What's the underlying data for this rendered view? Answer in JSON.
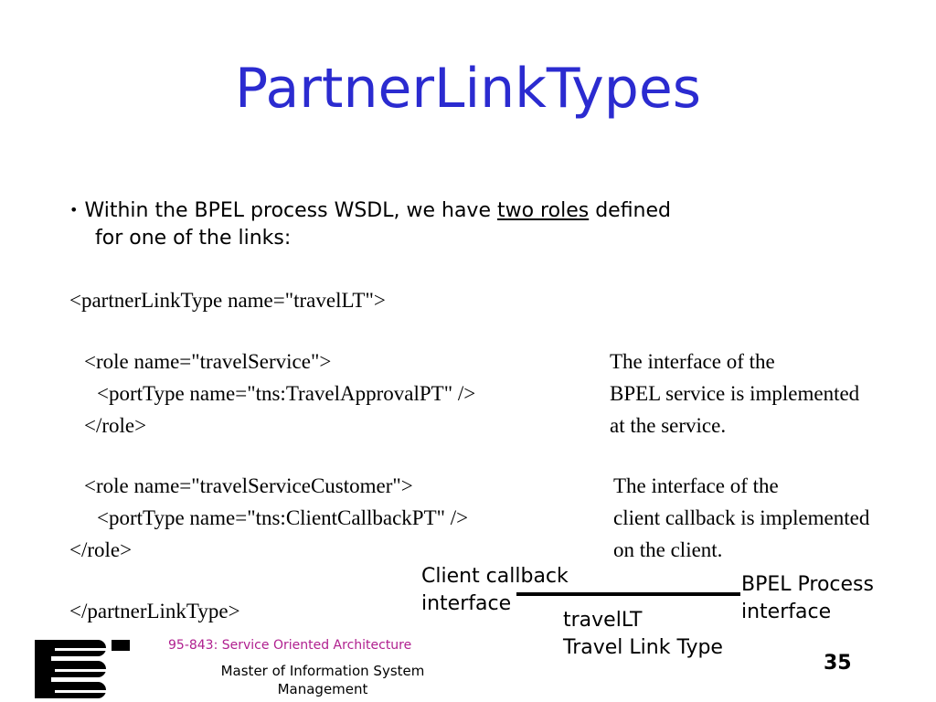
{
  "slide": {
    "title": "PartnerLinkTypes",
    "bullet": {
      "marker": "•",
      "text_before": "Within the BPEL process WSDL, we have",
      "underlined": "two roles",
      "text_after": "defined",
      "line2": "for one of the links:"
    },
    "code": {
      "line1": "<partnerLinkType name=\"travelLT\">",
      "line2": "<role name=\"travelService\">",
      "line3": "<portType name=\"tns:TravelApprovalPT\" />",
      "line4": "</role>",
      "line5": "<role name=\"travelServiceCustomer\">",
      "line6": "<portType name=\"tns:ClientCallbackPT\" />",
      "line7": "</role>",
      "line8": "</partnerLinkType>"
    },
    "notes": {
      "service": [
        "The interface of the",
        "BPEL service is implemented",
        "at the service."
      ],
      "client": [
        "The interface of the",
        "client callback is implemented",
        "on the client."
      ]
    },
    "diagram": {
      "left_label": [
        "Client callback",
        "interface"
      ],
      "right_label": [
        "BPEL Process",
        "interface"
      ],
      "bottom_label": [
        "travelLT",
        "Travel Link Type"
      ]
    },
    "footer": {
      "course": "95-843: Service Oriented Architecture",
      "program_line1": "Master of Information System",
      "program_line2": "Management",
      "page_number": "35"
    }
  }
}
